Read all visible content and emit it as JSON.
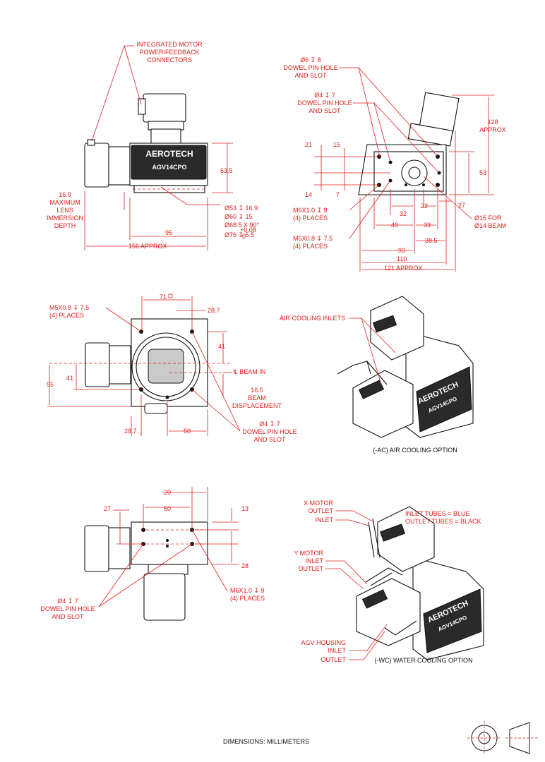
{
  "colors": {
    "dimension": "#e0201c",
    "outline": "#111111"
  },
  "labels": {
    "integrated_motor": [
      "INTEGRATED MOTOR",
      "POWER/FEEDBACK",
      "CONNECTORS"
    ],
    "lens_depth": [
      "16.9",
      "MAXIMUM",
      "LENS",
      "IMMERSION",
      "DEPTH"
    ],
    "dim_63_5": "63.5",
    "dim_95": "95",
    "dim_156": "156 APPROX",
    "bore_lines": [
      "Ø53 ↧ 16.9",
      "Ø60 ↧ 15",
      "Ø68.5 X 90°",
      "Ø76 ↧ 5.5"
    ],
    "bore_tol_plus": "+0.08",
    "bore_tol_minus": "-0",
    "dowel_6": [
      "Ø6 ↧ 8",
      "DOWEL PIN HOLE",
      "AND SLOT"
    ],
    "dowel_4_top": [
      "Ø4 ↧ 7",
      "DOWEL PIN HOLE",
      "AND SLOT"
    ],
    "dim_128": [
      "128",
      "APPROX"
    ],
    "dim_21": "21",
    "dim_15": "15",
    "dim_14": "14",
    "dim_7": "7",
    "dim_53": "53",
    "m6_top": [
      "M6X1.0 ↧ 9",
      "(4) PLACES"
    ],
    "m5_top": [
      "M5X0.8 ↧ 7.5",
      "(4) PLACES"
    ],
    "dim_32": "32",
    "dim_22": "22",
    "dim_27": "27",
    "dim_49": "49",
    "dim_33": "33",
    "dim_38_5": "38.5",
    "dim_93": "93",
    "dim_110": "110",
    "dim_121": "121 APPROX",
    "beam_15": [
      "Ø15 FOR",
      "Ø14 BEAM"
    ],
    "dim_71": "71",
    "m5_front": [
      "M5X0.8 ↧ 7.5",
      "(4) PLACES"
    ],
    "dim_28_7a": "28.7",
    "dim_41a": "41",
    "dim_41b": "41",
    "dim_55": "55",
    "beam_in": "℄ BEAM IN",
    "beam_disp": [
      "16.5",
      "BEAM",
      "DISPLACEMENT"
    ],
    "dim_28_7b": "28.7",
    "dim_50": "50",
    "dowel_4_front": [
      "Ø4 ↧ 7",
      "DOWEL PIN HOLE",
      "AND SLOT"
    ],
    "air_inlets": "AIR COOLING INLETS",
    "ac_caption": "(-AC) AIR COOLING OPTION",
    "dim_20": "20",
    "dim_27b": "27",
    "dim_60": "60",
    "dim_13": "13",
    "dim_28": "28",
    "dowel_4_bot": [
      "Ø4 ↧ 7",
      "DOWEL PIN HOLE",
      "AND SLOT"
    ],
    "m6_bot": [
      "M6X1.0 ↧ 9",
      "(4) PLACES"
    ],
    "x_motor": [
      "X MOTOR",
      "OUTLET",
      "INLET"
    ],
    "y_motor": [
      "Y MOTOR",
      "INLET",
      "OUTLET"
    ],
    "tube_colors": [
      "INLET TUBES = BLUE",
      "OUTLET TUBES = BLACK"
    ],
    "agv_housing": [
      "AGV HOUSING",
      "INLET",
      "OUTLET"
    ],
    "wc_caption": "(-WC) WATER COOLING OPTION",
    "units": "DIMENSIONS:  MILLIMETERS",
    "brand": "AEROTECH",
    "model": "AGV14CPO"
  }
}
